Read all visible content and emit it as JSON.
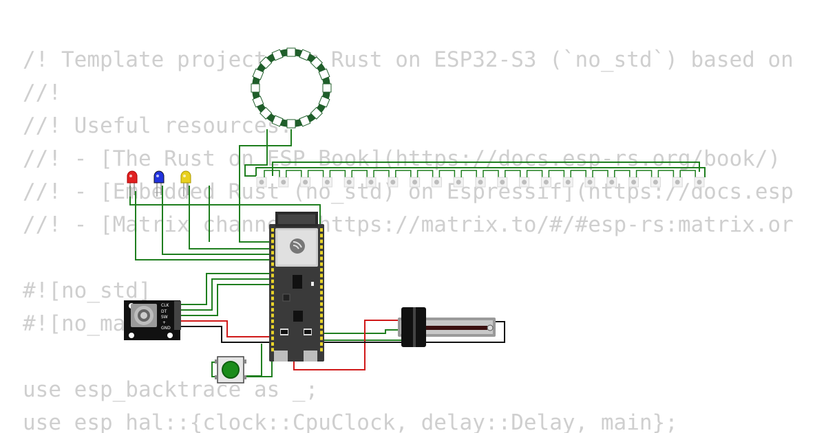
{
  "code_background": {
    "lines": [
      "/! Template project for Rust on ESP32-S3 (`no_std`) based on",
      "//!",
      "//! Useful resources:",
      "//! - [The Rust on ESP Book](https://docs.esp-rs.org/book/)",
      "//! - [Embedded Rust (no_std) on Espressif](https://docs.esp",
      "//! - [Matrix channel](https://matrix.to/#/#esp-rs:matrix.or",
      "",
      "#![no_std]",
      "#![no_main]",
      "",
      "use esp_backtrace as _;",
      "use esp_hal::{clock::CpuClock, delay::Delay, main};"
    ]
  },
  "components": {
    "neopixel_ring_icon": "neopixel-ring",
    "led_strip_icon": "led-strip",
    "leds": [
      {
        "color": "#e02020"
      },
      {
        "color": "#2233dd"
      },
      {
        "color": "#e8d020"
      }
    ],
    "rotary_encoder": {
      "pins": [
        "CLK",
        "DT",
        "SW",
        "+",
        "GND"
      ]
    },
    "pushbutton_color": "#1a8c1a",
    "slide_potentiometer_icon": "slide-potentiometer",
    "esp32_board_icon": "esp32-s3-devkit"
  },
  "colors": {
    "wire_green": "#1e7e1e",
    "wire_red": "#d01818",
    "wire_black": "#111111",
    "code_text": "#cfcfcf",
    "board_body": "#3a3a3a"
  }
}
